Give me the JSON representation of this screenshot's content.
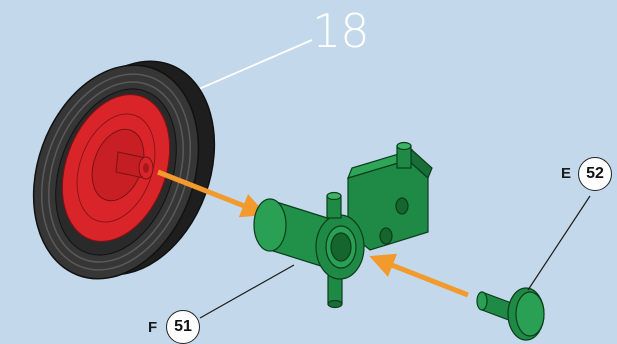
{
  "step": {
    "number": "18"
  },
  "parts": [
    {
      "letter": "E",
      "number": "52"
    },
    {
      "letter": "F",
      "number": "51"
    }
  ],
  "colors": {
    "background": "#c3d9eb",
    "tire": "#2d2d2d",
    "hub": "#d9252a",
    "part": "#1f8a45",
    "arrow": "#f39a2c"
  }
}
